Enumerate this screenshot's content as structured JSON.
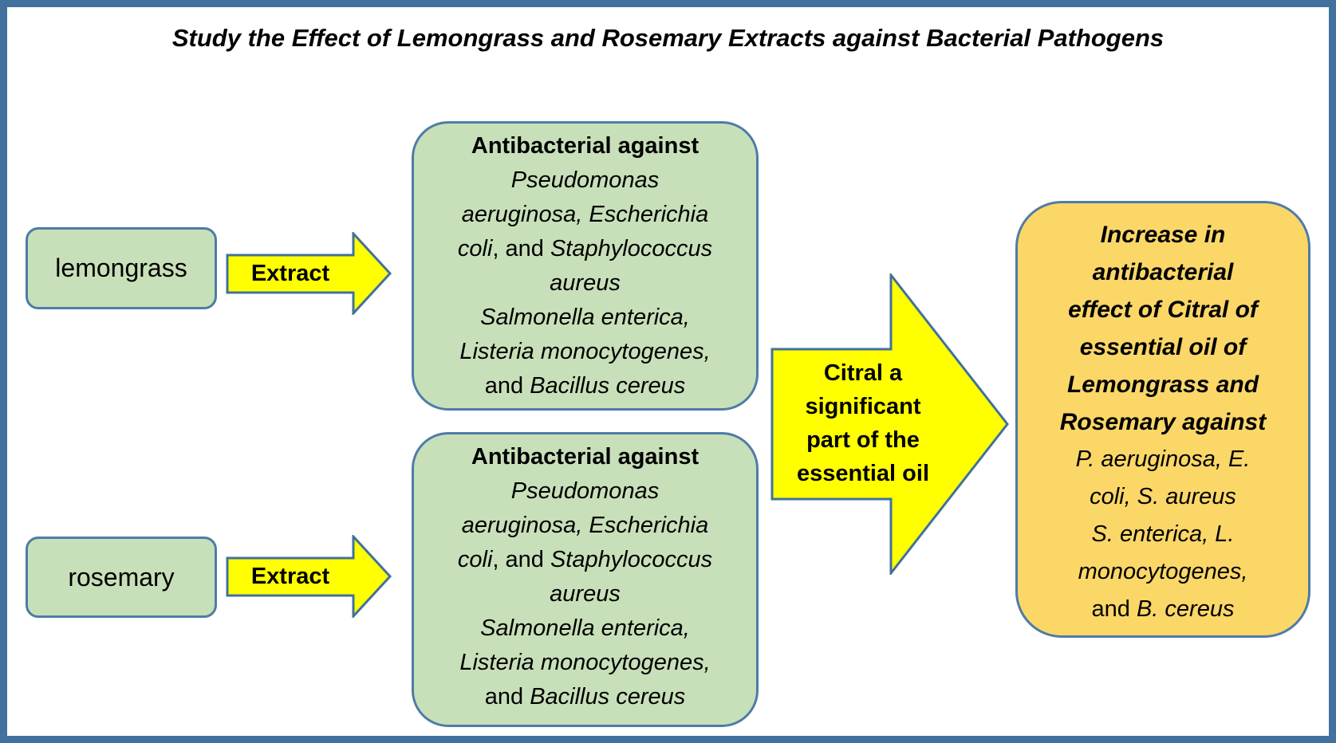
{
  "title": "Study the Effect of Lemongrass and Rosemary Extracts against Bacterial Pathogens",
  "colors": {
    "frame_border": "#41719C",
    "box_green_fill": "#C8E0B9",
    "box_border_blue": "#4E7CA6",
    "arrow_yellow_fill": "#FFFF00",
    "arrow_border": "#41719C",
    "result_orange_fill": "#FBD768",
    "text": "#000000"
  },
  "sources": [
    {
      "label": "lemongrass"
    },
    {
      "label": "rosemary"
    }
  ],
  "extract_arrows": [
    {
      "label": "Extract"
    },
    {
      "label": "Extract"
    }
  ],
  "antibacterial_boxes": [
    {
      "heading": "Antibacterial against",
      "paragraphs": [
        [
          {
            "t": "Pseudomonas\naeruginosa, Escherichia\ncoli",
            "i": true
          },
          {
            "t": ", and ",
            "i": false
          },
          {
            "t": "Staphylococcus\naureus",
            "i": true
          }
        ],
        [
          {
            "t": "Salmonella enterica,\nListeria monocytogenes,\n",
            "i": true
          },
          {
            "t": "and ",
            "i": false
          },
          {
            "t": "Bacillus cereus",
            "i": true
          }
        ]
      ]
    },
    {
      "heading": "Antibacterial against",
      "paragraphs": [
        [
          {
            "t": "Pseudomonas\naeruginosa, Escherichia\ncoli",
            "i": true
          },
          {
            "t": ", and ",
            "i": false
          },
          {
            "t": "Staphylococcus\naureus",
            "i": true
          }
        ],
        [
          {
            "t": "Salmonella enterica,\nListeria monocytogenes,\n",
            "i": true
          },
          {
            "t": "and ",
            "i": false
          },
          {
            "t": "Bacillus cereus",
            "i": true
          }
        ]
      ]
    }
  ],
  "citral_arrow": {
    "label": "Citral a\nsignificant\npart of the\nessential oil"
  },
  "result_box": {
    "heading": "Increase in\nantibacterial\neffect of Citral of\nessential oil of\nLemongrass and\nRosemary against",
    "paragraphs": [
      [
        {
          "t": "P. aeruginosa, E.\ncoli, S. aureus",
          "i": true
        }
      ],
      [
        {
          "t": "S. enterica, L.\nmonocytogenes,\n",
          "i": true
        },
        {
          "t": "and ",
          "i": false
        },
        {
          "t": "B. cereus",
          "i": true
        }
      ]
    ]
  }
}
